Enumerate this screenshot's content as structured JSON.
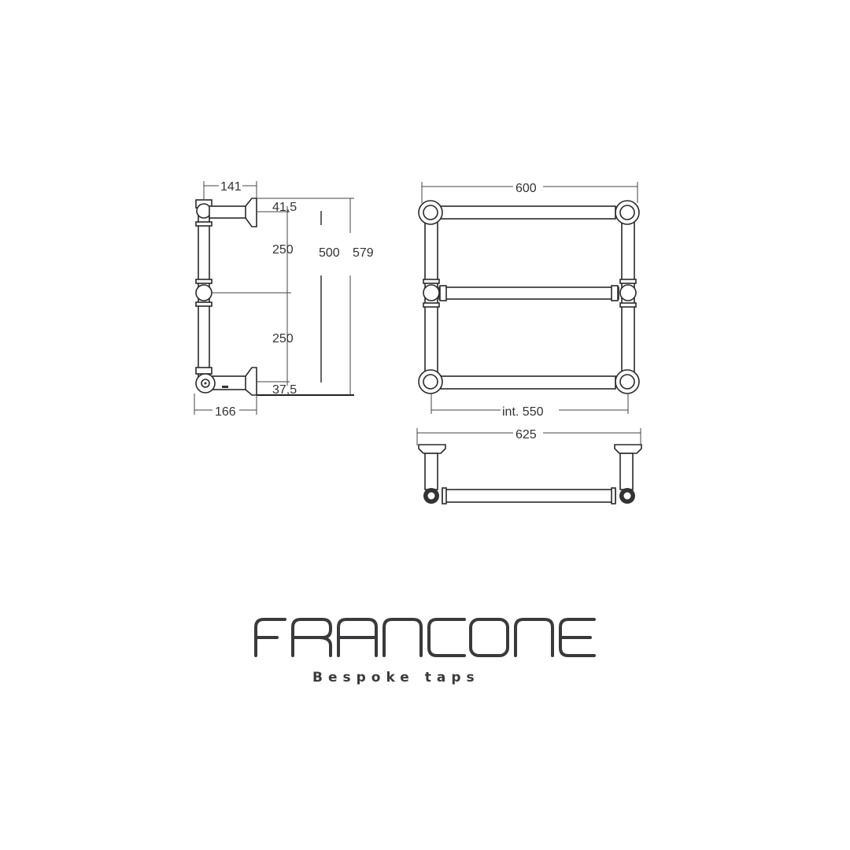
{
  "side_view": {
    "dim_top_projection": "141",
    "dim_bottom_projection": "166",
    "dim_top_offset": "41,5",
    "dim_upper_spacing": "250",
    "dim_lower_spacing": "250",
    "dim_bottom_offset": "37,5",
    "dim_centers_height": "500",
    "dim_overall_height": "579"
  },
  "front_view": {
    "dim_overall_width": "600",
    "dim_internal_width": "int. 550"
  },
  "top_view": {
    "dim_overall_width": "625"
  },
  "brand": {
    "logo_text": "FRANCONE",
    "tagline": "Bespoke taps",
    "color": "#3a3a3c"
  }
}
